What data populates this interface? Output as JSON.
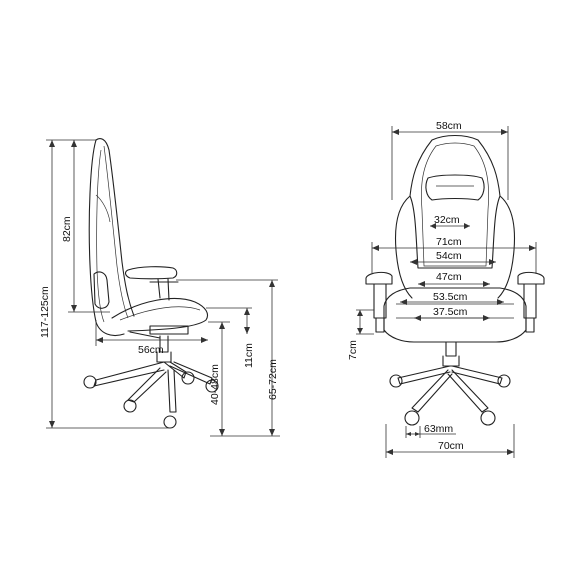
{
  "dimensions": {
    "total_height": "117-125cm",
    "backrest_height": "82cm",
    "seat_depth": "56cm",
    "armrest_adjust": "11cm",
    "seat_height": "40-48cm",
    "armrest_height": "65-72cm",
    "overall_width": "58cm",
    "backrest_top_width": "32cm",
    "armrest_outer_width": "71cm",
    "backrest_mid_width": "54cm",
    "backrest_lower_width": "47cm",
    "seat_width": "53.5cm",
    "seat_inner_width": "37.5cm",
    "armrest_travel": "7cm",
    "caster_size": "63mm",
    "base_diameter": "70cm"
  }
}
